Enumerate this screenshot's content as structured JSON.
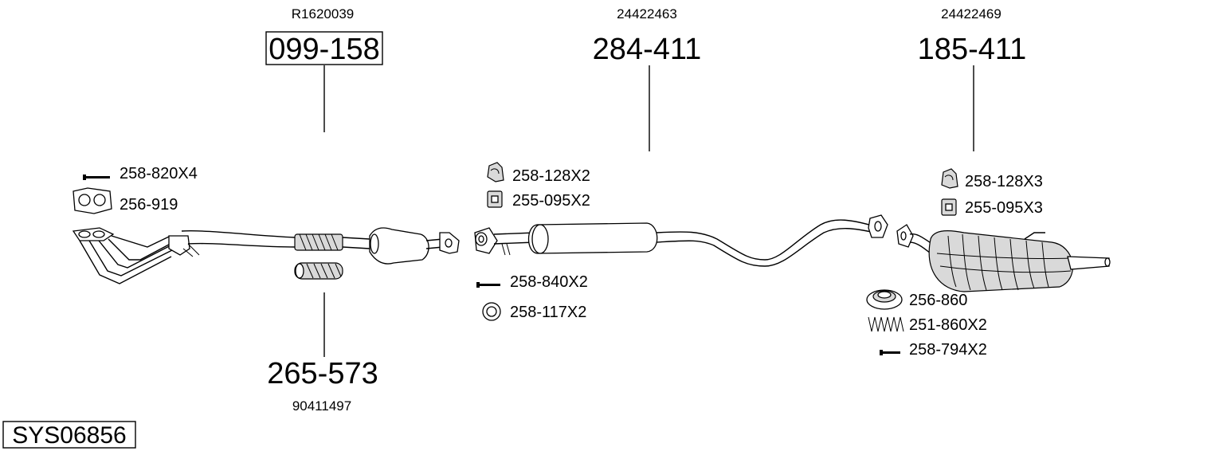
{
  "parts": {
    "front_pipe": {
      "ref": "R1620039",
      "number": "099-158"
    },
    "flex_pipe": {
      "ref": "90411497",
      "number": "265-573"
    },
    "middle_silencer": {
      "ref": "24422463",
      "number": "284-411"
    },
    "rear_silencer": {
      "ref": "24422469",
      "number": "185-411"
    }
  },
  "accessories": {
    "bolt_front": "258-820X4",
    "gasket_front": "256-919",
    "clamp_mid": "258-128X2",
    "rubber_mid": "255-095X2",
    "bolt_mid": "258-840X2",
    "ring_mid": "258-117X2",
    "clamp_rear": "258-128X3",
    "rubber_rear": "255-095X3",
    "gasket_rear": "256-860",
    "spring_rear": "251-860X2",
    "bolt_rear": "258-794X2"
  },
  "system_id": "SYS06856"
}
